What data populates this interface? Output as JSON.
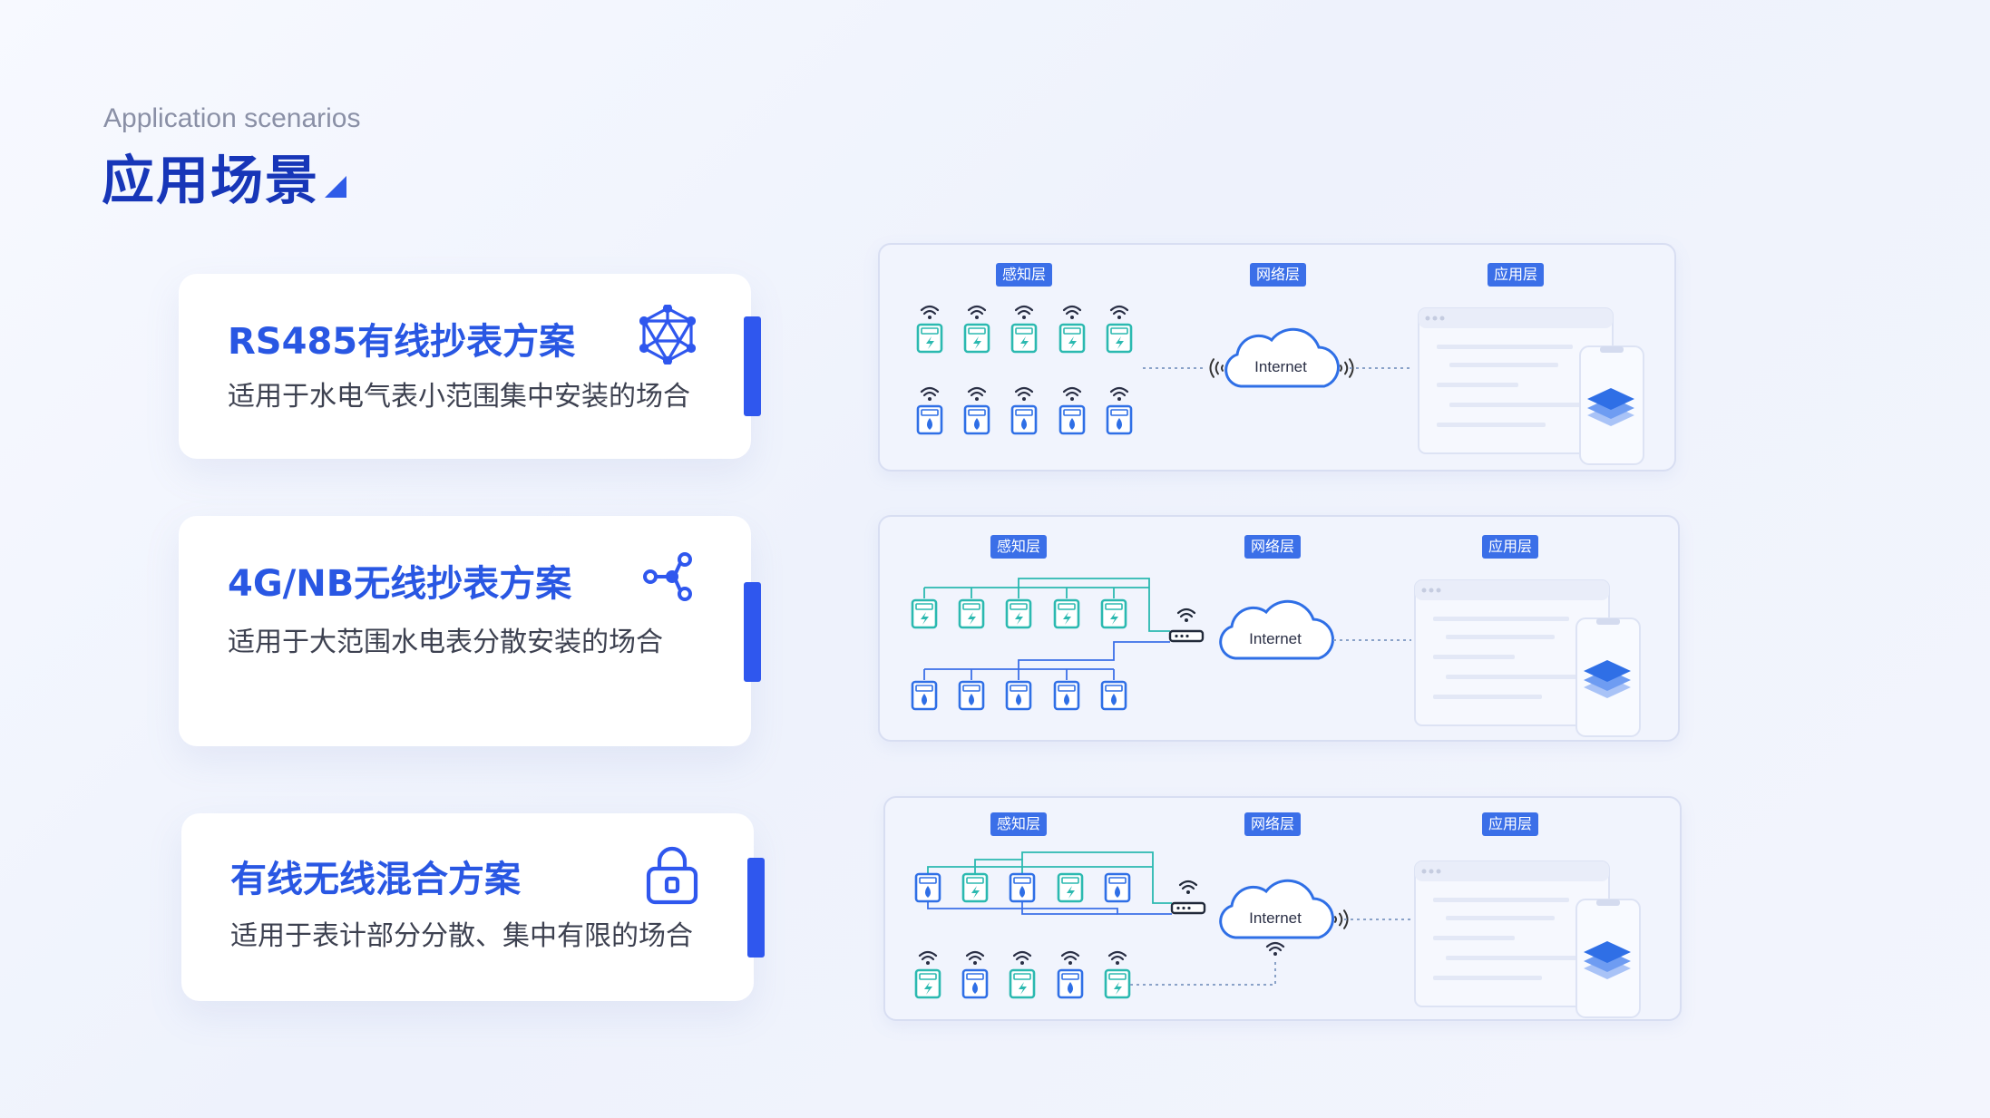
{
  "header": {
    "subtitle": "Application scenarios",
    "title": "应用场景"
  },
  "scenarios": [
    {
      "title": "RS485有线抄表方案",
      "description": "适用于水电气表小范围集中安装的场合",
      "icon": "network-cube-icon"
    },
    {
      "title": "4G/NB无线抄表方案",
      "description": "适用于大范围水电表分散安装的场合",
      "icon": "share-nodes-icon"
    },
    {
      "title": "有线无线混合方案",
      "description": "适用于表计部分分散、集中有限的场合",
      "icon": "lock-icon"
    }
  ],
  "diagram_labels": {
    "perception": "感知层",
    "network": "网络层",
    "application": "应用层",
    "internet": "Internet"
  },
  "colors": {
    "primary": "#2957e3",
    "title": "#1736b8",
    "accent_bar": "#2f57ee",
    "electric_meter": "#2bb9b0",
    "water_meter": "#2f6fe6"
  }
}
